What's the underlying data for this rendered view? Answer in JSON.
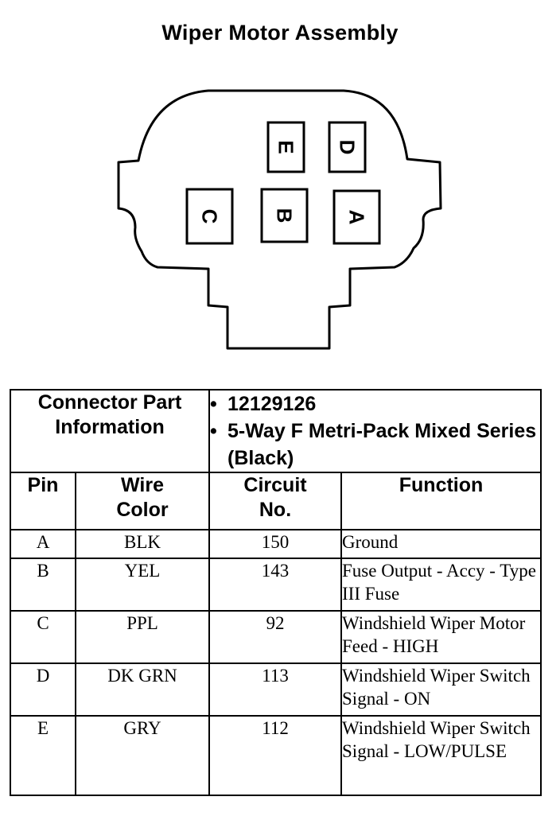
{
  "title": "Wiper Motor Assembly",
  "connector": {
    "pins": [
      "A",
      "B",
      "C",
      "D",
      "E"
    ]
  },
  "info_table": {
    "connector_part_label": "Connector Part Information",
    "part_info": [
      "12129126",
      "5-Way F Metri-Pack Mixed Series (Black)"
    ],
    "headers": {
      "pin": "Pin",
      "wire_color": "Wire Color",
      "circuit_no": "Circuit No.",
      "function": "Function"
    },
    "rows": [
      {
        "pin": "A",
        "wire_color": "BLK",
        "circuit": "150",
        "function": "Ground"
      },
      {
        "pin": "B",
        "wire_color": "YEL",
        "circuit": "143",
        "function": "Fuse Output - Accy - Type III Fuse"
      },
      {
        "pin": "C",
        "wire_color": "PPL",
        "circuit": "92",
        "function": "Windshield Wiper Motor Feed - HIGH"
      },
      {
        "pin": "D",
        "wire_color": "DK GRN",
        "circuit": "113",
        "function": "Windshield Wiper Switch Signal - ON"
      },
      {
        "pin": "E",
        "wire_color": "GRY",
        "circuit": "112",
        "function": "Windshield Wiper Switch Signal - LOW/PULSE"
      }
    ]
  }
}
